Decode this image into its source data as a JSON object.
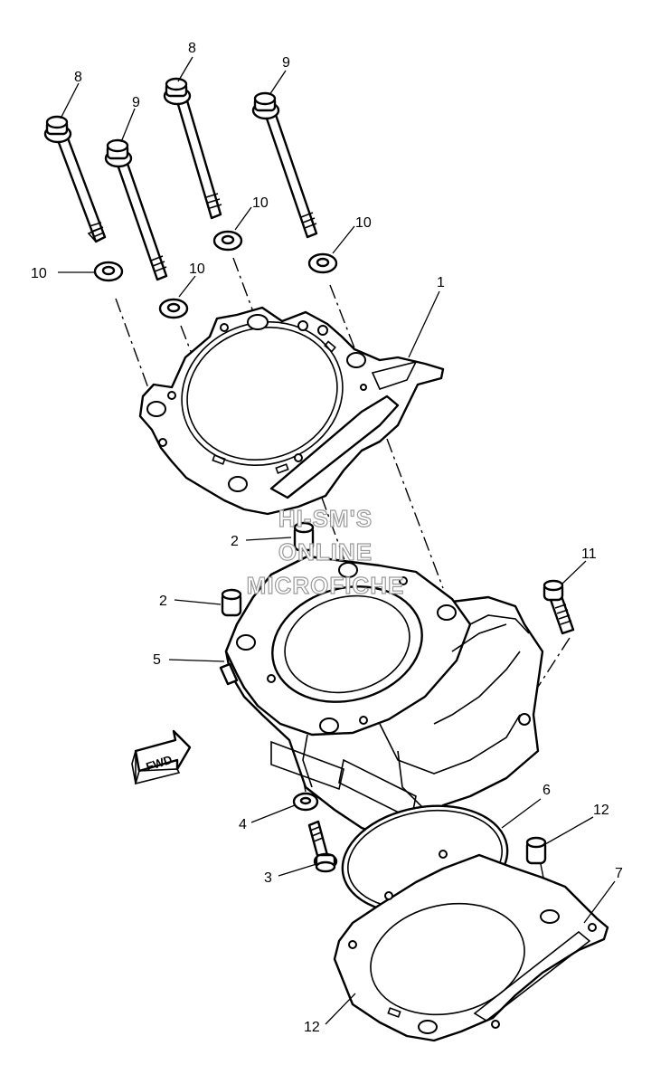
{
  "callouts": [
    {
      "id": "c1",
      "label": "1"
    },
    {
      "id": "c2a",
      "label": "2"
    },
    {
      "id": "c2b",
      "label": "2"
    },
    {
      "id": "c3",
      "label": "3"
    },
    {
      "id": "c4",
      "label": "4"
    },
    {
      "id": "c5",
      "label": "5"
    },
    {
      "id": "c6",
      "label": "6"
    },
    {
      "id": "c7",
      "label": "7"
    },
    {
      "id": "c8a",
      "label": "8"
    },
    {
      "id": "c8b",
      "label": "8"
    },
    {
      "id": "c9a",
      "label": "9"
    },
    {
      "id": "c9b",
      "label": "9"
    },
    {
      "id": "c10a",
      "label": "10"
    },
    {
      "id": "c10b",
      "label": "10"
    },
    {
      "id": "c10c",
      "label": "10"
    },
    {
      "id": "c10d",
      "label": "10"
    },
    {
      "id": "c11",
      "label": "11"
    },
    {
      "id": "c12a",
      "label": "12"
    },
    {
      "id": "c12b",
      "label": "12"
    }
  ],
  "watermark": {
    "line1": "HI-SM'S",
    "line2": "ONLINE",
    "line3": "MICROFICHE"
  },
  "fwd_label": "FWD"
}
